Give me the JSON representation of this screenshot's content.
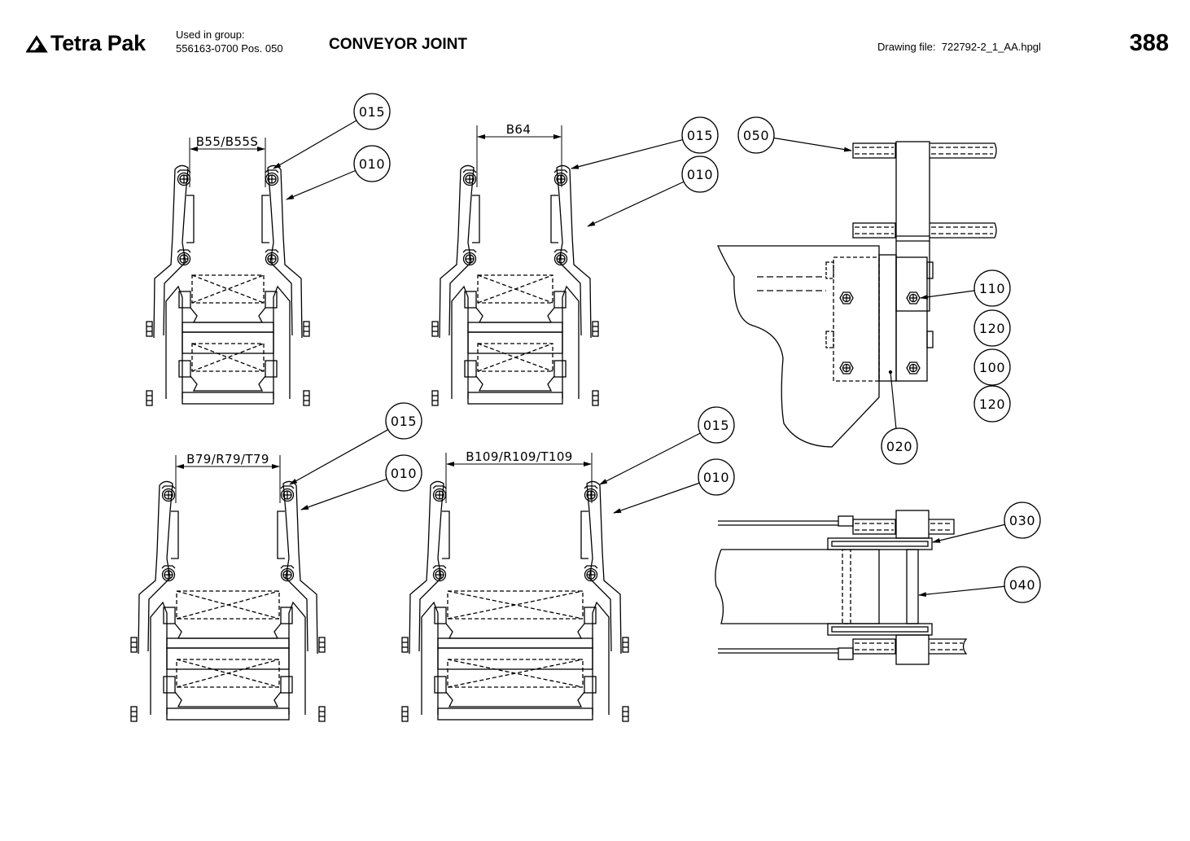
{
  "header": {
    "brand": "Tetra Pak",
    "used_in_group_label": "Used in group:",
    "used_in_group_value": "556163-0700 Pos. 050",
    "title": "CONVEYOR JOINT",
    "drawing_file_label": "Drawing file:",
    "drawing_file_value": "722792-2_1_AA.hpgl",
    "page_number": "388"
  },
  "views": [
    {
      "dimension": "B55/B55S",
      "callouts": [
        "015",
        "010"
      ]
    },
    {
      "dimension": "B64",
      "callouts": [
        "015",
        "010"
      ]
    },
    {
      "dimension": "B79/R79/T79",
      "callouts": [
        "015",
        "010"
      ]
    },
    {
      "dimension": "B109/R109/T109",
      "callouts": [
        "015",
        "010"
      ]
    }
  ],
  "side_view_callouts": [
    "050",
    "110",
    "120",
    "100",
    "120",
    "020"
  ],
  "top_view_callouts": [
    "030",
    "040"
  ]
}
